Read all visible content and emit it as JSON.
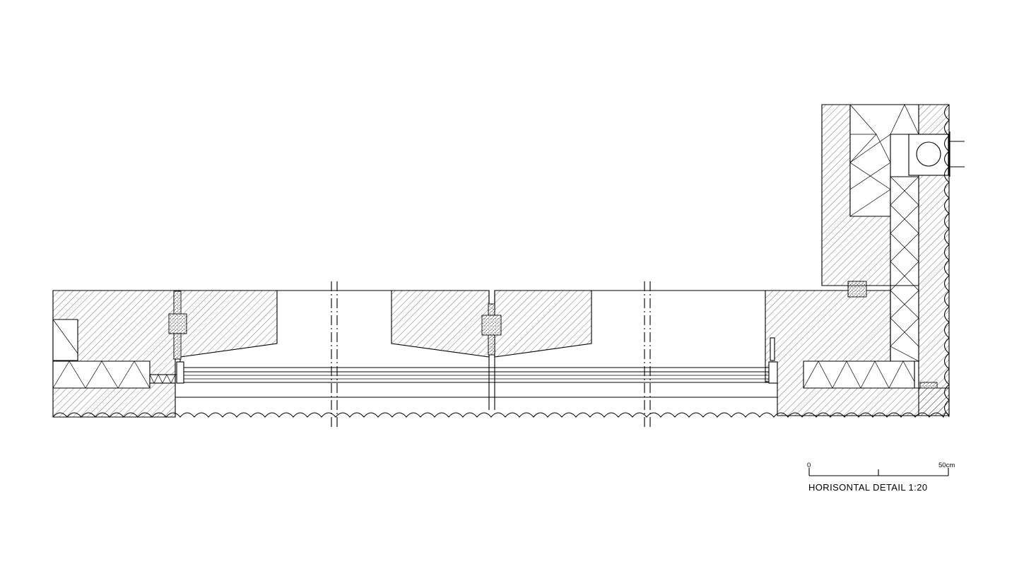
{
  "drawing": {
    "title": "HORISONTAL DETAIL 1:20",
    "scale_bar": {
      "start_label": "0",
      "end_label": "50",
      "unit": "cm"
    }
  }
}
